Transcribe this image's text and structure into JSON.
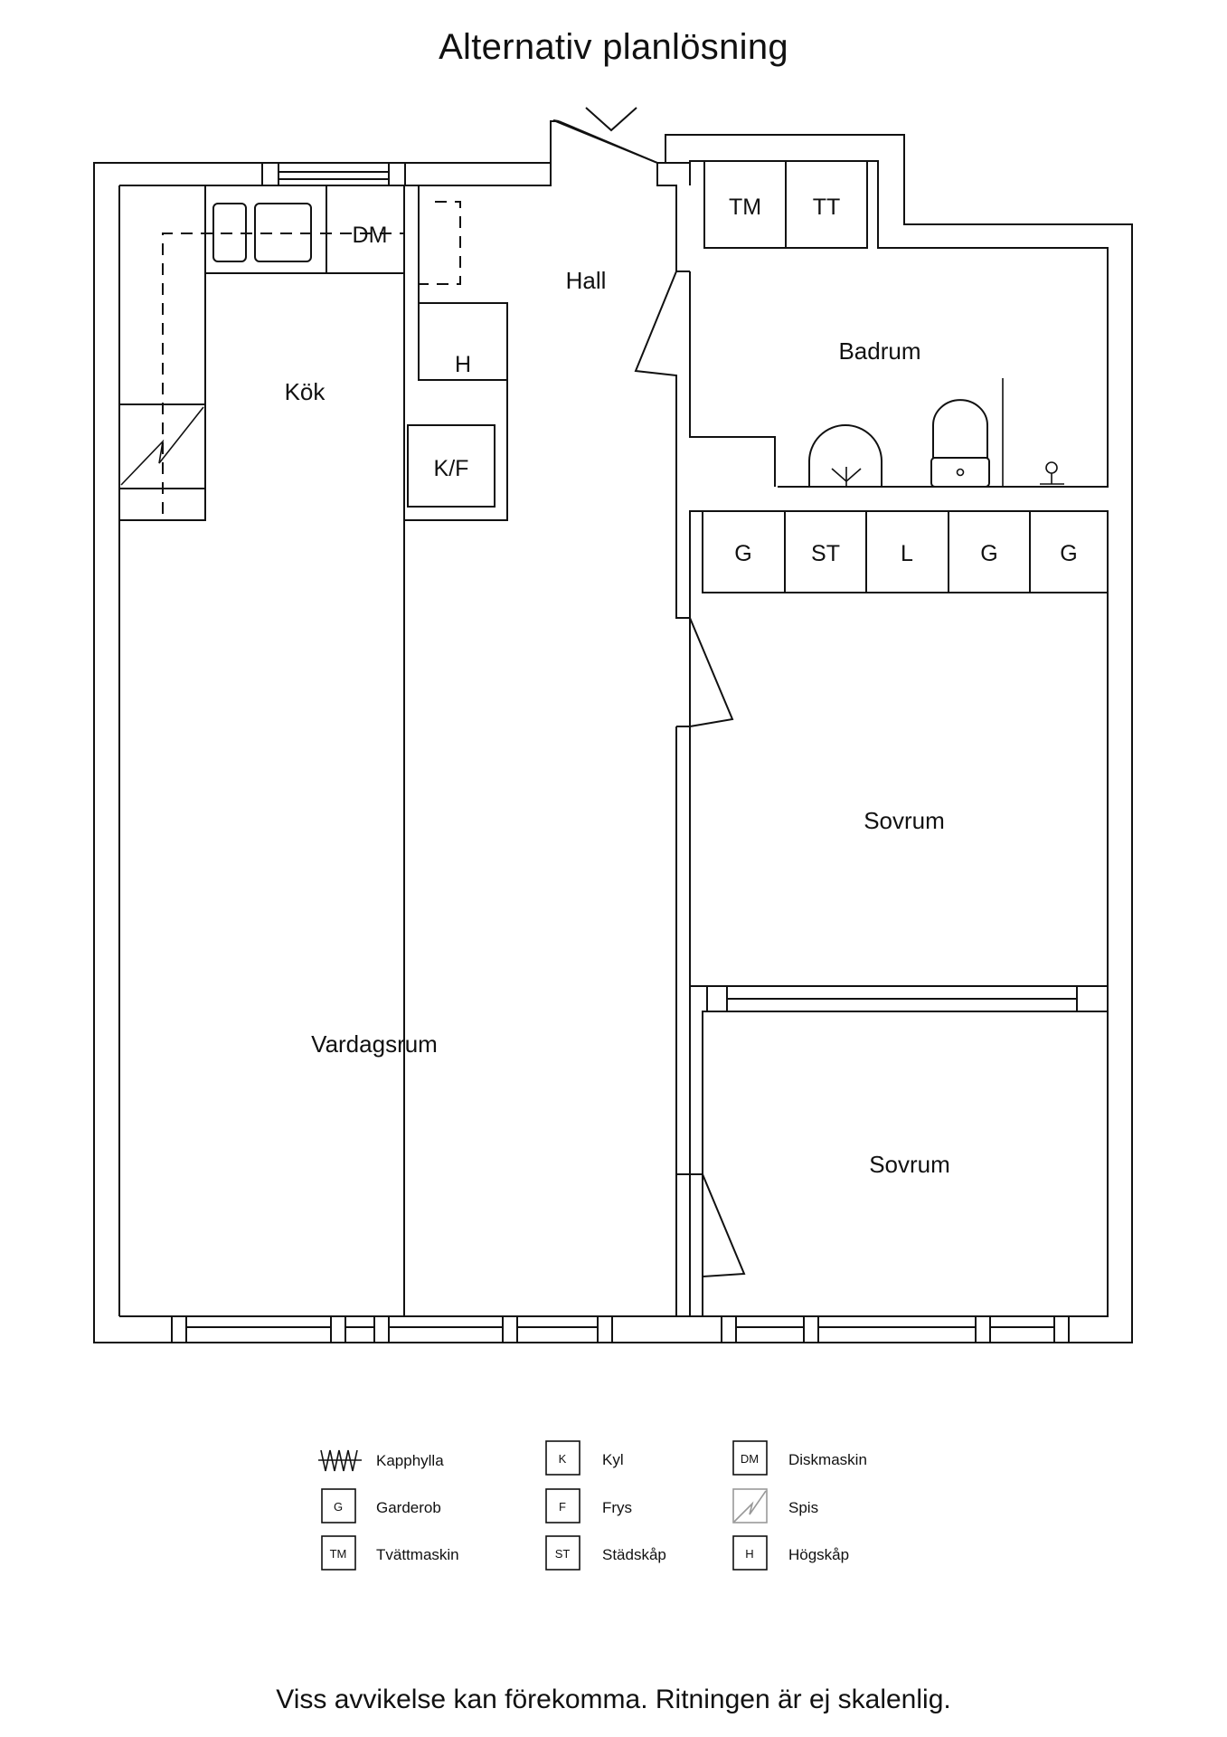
{
  "title": "Alternativ planlösning",
  "rooms": {
    "kok": "Kök",
    "hall": "Hall",
    "badrum": "Badrum",
    "vardagsrum": "Vardagsrum",
    "sovrum_1": "Sovrum",
    "sovrum_2": "Sovrum"
  },
  "fixtures": {
    "dm": "DM",
    "h": "H",
    "kf": "K/F",
    "tm": "TM",
    "tt": "TT",
    "g1": "G",
    "st": "ST",
    "l": "L",
    "g2": "G",
    "g3": "G"
  },
  "legend": [
    {
      "key": "",
      "label": "Kapphylla",
      "icon": "coat-rack-icon"
    },
    {
      "key": "G",
      "label": "Garderob"
    },
    {
      "key": "TM",
      "label": "Tvättmaskin"
    },
    {
      "key": "K",
      "label": "Kyl"
    },
    {
      "key": "F",
      "label": "Frys"
    },
    {
      "key": "ST",
      "label": "Städskåp"
    },
    {
      "key": "DM",
      "label": "Diskmaskin"
    },
    {
      "key": "",
      "label": "Spis",
      "icon": "stove-icon"
    },
    {
      "key": "H",
      "label": "Högskåp"
    }
  ],
  "footer": "Viss avvikelse kan förekomma. Ritningen är ej skalenlig."
}
